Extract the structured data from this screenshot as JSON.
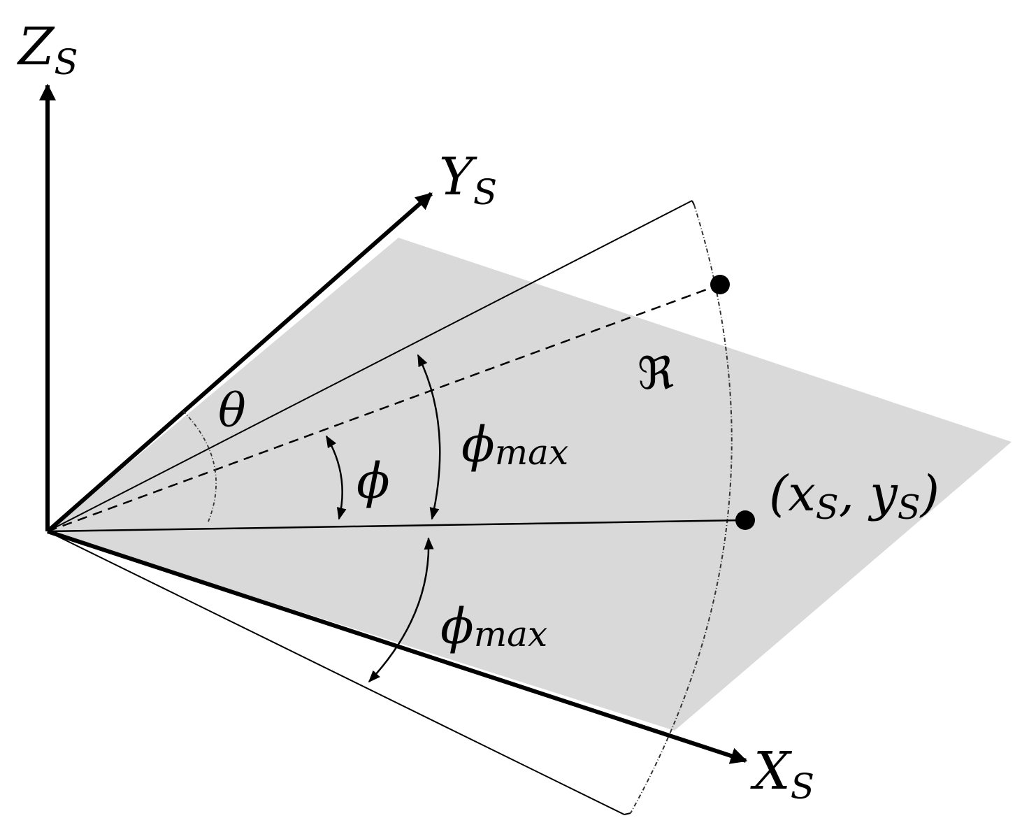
{
  "labels": {
    "z_axis": "Z",
    "z_axis_sub": "S",
    "y_axis": "Y",
    "y_axis_sub": "S",
    "x_axis": "X",
    "x_axis_sub": "S",
    "theta": "θ",
    "phi": "ϕ",
    "phi_max_upper": "ϕ",
    "phi_max_upper_sub": "max",
    "phi_max_lower": "ϕ",
    "phi_max_lower_sub": "max",
    "range": "ℜ",
    "point_open": "(x",
    "point_sub_x": "S",
    "point_sep": ", y",
    "point_sub_y": "S",
    "point_close": ")"
  },
  "colors": {
    "plane": "#d9d9d9",
    "ink": "#000000"
  }
}
